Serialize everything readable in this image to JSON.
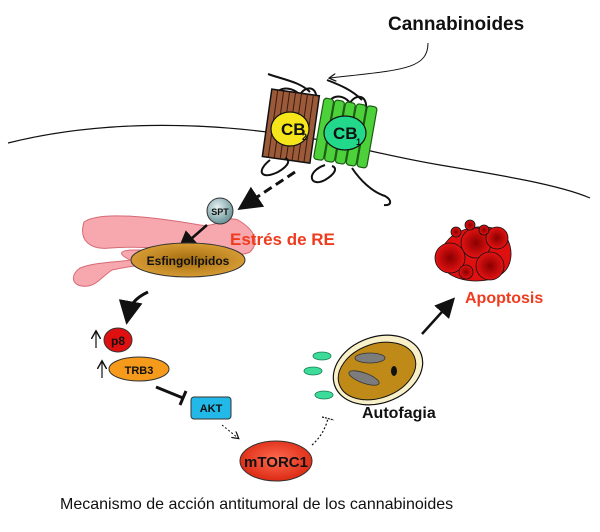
{
  "title": "Cannabinoides",
  "caption": "Mecanismo de acción antitumoral de los cannabinoides",
  "receptors": [
    {
      "id": "cb2",
      "base": "CB",
      "sub": "2",
      "color": "#f5e51a",
      "body_color": "#9b5a3a"
    },
    {
      "id": "cb1",
      "base": "CB",
      "sub": "1",
      "color": "#22d88a",
      "body_color": "#4cd13a"
    }
  ],
  "nodes": {
    "spt": {
      "label": "SPT",
      "color": "#8fb3b8"
    },
    "er_stress": {
      "label": "Estrés de RE",
      "color": "#ef3b1e"
    },
    "sphingolipids": {
      "label": "Esfingolípidos",
      "color": "#d99a2a"
    },
    "p8": {
      "label": "p8",
      "color": "#e01010"
    },
    "trb3": {
      "label": "TRB3",
      "color": "#f59a1a"
    },
    "akt": {
      "label": "AKT",
      "color": "#22b8e8"
    },
    "mtorc1": {
      "label": "mTORC1",
      "color": "#e8331a"
    },
    "autophagy": {
      "label": "Autofagia"
    },
    "apoptosis": {
      "label": "Apoptosis",
      "color": "#ef3b1e"
    }
  },
  "colors": {
    "er_membrane": "#f7a8ae",
    "autophagosome": "#c08a18",
    "autophagosome_outer": "#f7f0c8",
    "vesicle": "#3ddc9a",
    "apoptotic_cell": "#e01010"
  }
}
